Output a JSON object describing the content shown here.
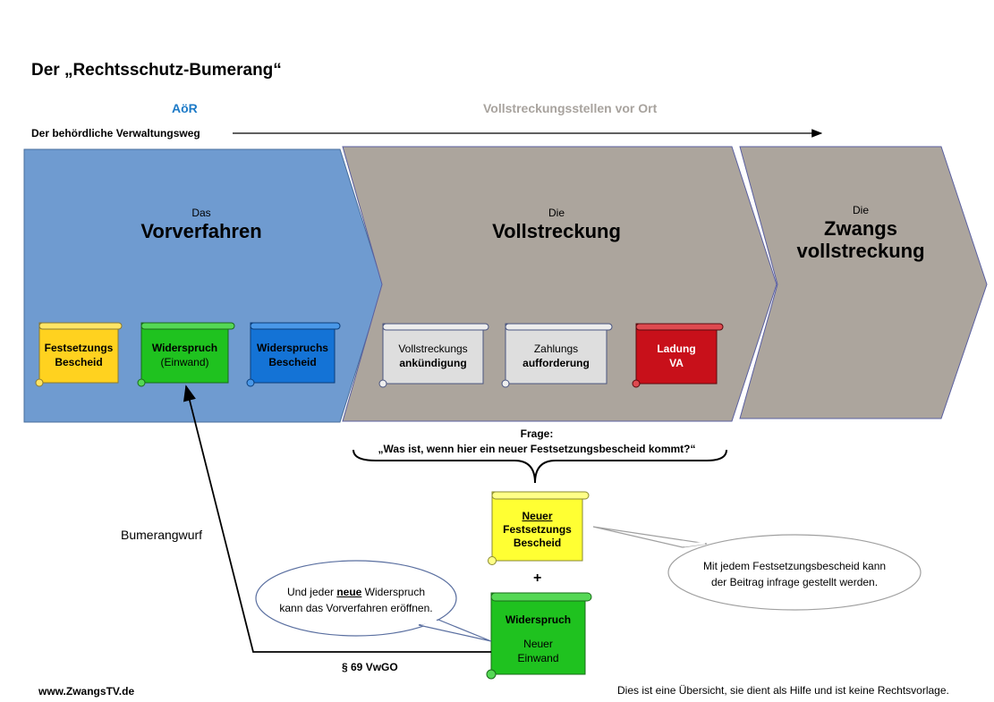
{
  "title": "Der „Rechtsschutz-Bumerang“",
  "header": {
    "left_label": "AöR",
    "right_label": "Vollstreckungsstellen vor Ort"
  },
  "weg_label": "Der behördliche Verwaltungsweg",
  "phases": [
    {
      "small": "Das",
      "big": "Vorverfahren"
    },
    {
      "small": "Die",
      "big": "Vollstreckung"
    },
    {
      "small": "Die",
      "big_line1": "Zwangs",
      "big_line2": "vollstreckung"
    }
  ],
  "scrolls": {
    "festsetzung": {
      "line1": "Festsetzungs",
      "line2": "Bescheid"
    },
    "widerspruch": {
      "line1": "Widerspruch",
      "line2": "(Einwand)"
    },
    "widerspruchsbescheid": {
      "line1": "Widerspruchs",
      "line2": "Bescheid"
    },
    "vollstreckungsankuendigung": {
      "line1": "Vollstreckungs",
      "line2": "ankündigung"
    },
    "zahlungsaufforderung": {
      "line1": "Zahlungs",
      "line2": "aufforderung"
    },
    "ladung": {
      "line1": "Ladung",
      "line2": "VA"
    },
    "neuer_bescheid": {
      "line1": "Neuer",
      "line2": "Festsetzungs",
      "line3": "Bescheid"
    },
    "neuer_widerspruch": {
      "line1": "Widerspruch",
      "line2": "Neuer",
      "line3": "Einwand"
    }
  },
  "frage": {
    "label": "Frage:",
    "text": "„Was ist, wenn hier ein neuer Festsetzungsbescheid kommt?“"
  },
  "plus": "+",
  "bubble_right": {
    "line1": "Mit jedem Festsetzungsbescheid kann",
    "line2": "der Beitrag infrage gestellt werden."
  },
  "bubble_left": {
    "pre": "Und jeder ",
    "emph": "neue",
    "post": " Widerspruch",
    "line2": "kann das Vorverfahren eröffnen."
  },
  "bumerang_label": "Bumerangwurf",
  "paragraph_label": "§ 69 VwGO",
  "footer": {
    "url": "www.ZwangsTV.de",
    "note": "Dies ist eine Übersicht, sie dient als Hilfe und ist keine Rechtsvorlage."
  },
  "colors": {
    "phase_blue": "#6f9bd0",
    "phase_gray": "#aca59d",
    "aoer": "#1c7ac7",
    "vso": "#a8a39e",
    "scroll_yellow": "#ffd21f",
    "scroll_green": "#1fc21f",
    "scroll_blue": "#1473d6",
    "scroll_gray": "#dedede",
    "scroll_red": "#c8101a",
    "scroll_lightyellow": "#ffff33"
  }
}
